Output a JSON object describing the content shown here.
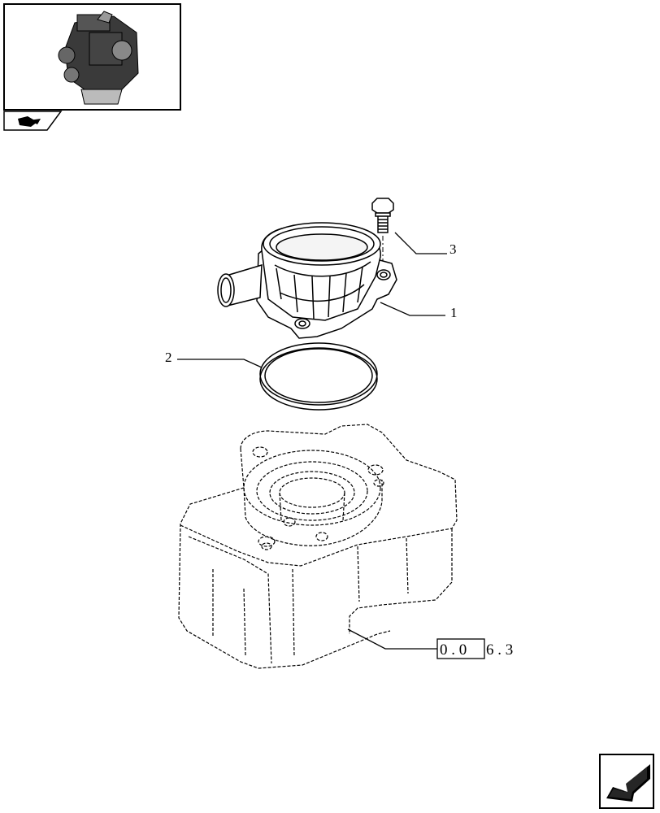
{
  "callouts": {
    "item1": "1",
    "item2": "2",
    "item3": "3"
  },
  "reference": {
    "boxed": "0 . 0",
    "rest": "6 . 3"
  },
  "icons": {
    "thumbnail": "engine-thumbnail-icon",
    "nav_arrow": "next-page-arrow-icon",
    "badge": "book-badge-icon"
  }
}
